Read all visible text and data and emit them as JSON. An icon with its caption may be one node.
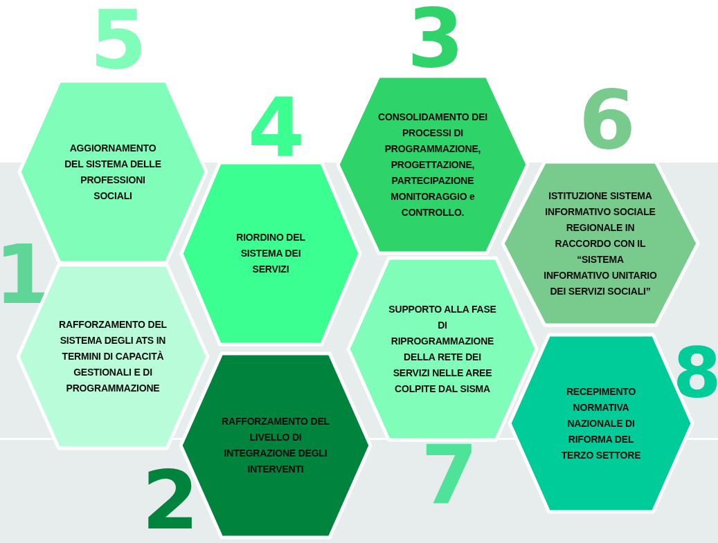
{
  "diagram": {
    "nodes": [
      {
        "text": [
          "AGGIORNAMENTO DEL SISTEMA DELLE PROFESSIONI SOCIALI"
        ],
        "beside": [
          "5"
        ]
      },
      {
        "text": [
          "RAFFORZAMENTO DEL SISTEMA DEGLI ATS IN TERMINI DI CAPACITÀ GESTIONALI E DI PROGRAMMAZIONE"
        ],
        "beside": [
          "1"
        ]
      },
      {
        "text": [
          "RIORDINO DEL SISTEMA DEI SERVIZI"
        ],
        "beside": [
          "4"
        ]
      },
      {
        "text": [
          "RAFFORZAMENTO DEL LIVELLO DI INTEGRAZIONE DEGLI INTERVENTI"
        ],
        "beside": [
          "2"
        ]
      },
      {
        "text": [
          "CONSOLIDAMENTO DEI PROCESSI DI PROGRAMMAZIONE, PROGETTAZIONE, PARTECIPAZIONE MONITORAGGIO e CONTROLLO."
        ],
        "beside": [
          "3"
        ]
      },
      {
        "text": [
          "SUPPORTO ALLA FASE DI RIPROGRAMMAZIONE DELLA RETE DEI SERVIZI NELLE AREE COLPITE DAL SISMA"
        ],
        "beside": [
          "7"
        ]
      },
      {
        "text": [
          "ISTITUZIONE SISTEMA INFORMATIVO SOCIALE REGIONALE IN RACCORDO CON IL “SISTEMA INFORMATIVO UNITARIO DEI SERVIZI SOCIALI”"
        ],
        "beside": [
          "6"
        ]
      },
      {
        "text": [
          "RECEPIMENTO NORMATIVA NAZIONALE DI RIFORMA DEL TERZO SETTORE"
        ],
        "beside": [
          "8"
        ]
      }
    ]
  }
}
